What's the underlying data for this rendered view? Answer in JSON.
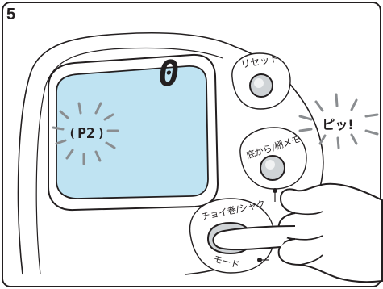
{
  "step_number": "5",
  "lcd": {
    "digit": "0",
    "program": "P2"
  },
  "buttons": {
    "reset_label": "リセット",
    "bottom_label": "底から/棚メモ",
    "mode_label_top": "チョイ巻/シャク",
    "mode_label_bottom": "モード"
  },
  "beep_text": "ピッ!",
  "colors": {
    "frame": "#231f20",
    "lcd_fill": "#bfe3f2",
    "button_fill": "#cfd3d6"
  }
}
